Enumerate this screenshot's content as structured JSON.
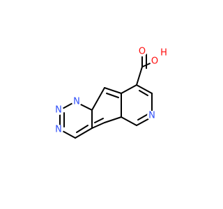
{
  "molecule": {
    "colors": {
      "background": "#ffffff",
      "bond": "#000000",
      "nitrogen": "#3050f8",
      "oxygen": "#ff0d0d"
    },
    "labels": {
      "N1": "N",
      "N2": "N",
      "N3": "N",
      "N4": "N",
      "O1": "O",
      "O2": "O",
      "H1": "H"
    }
  }
}
